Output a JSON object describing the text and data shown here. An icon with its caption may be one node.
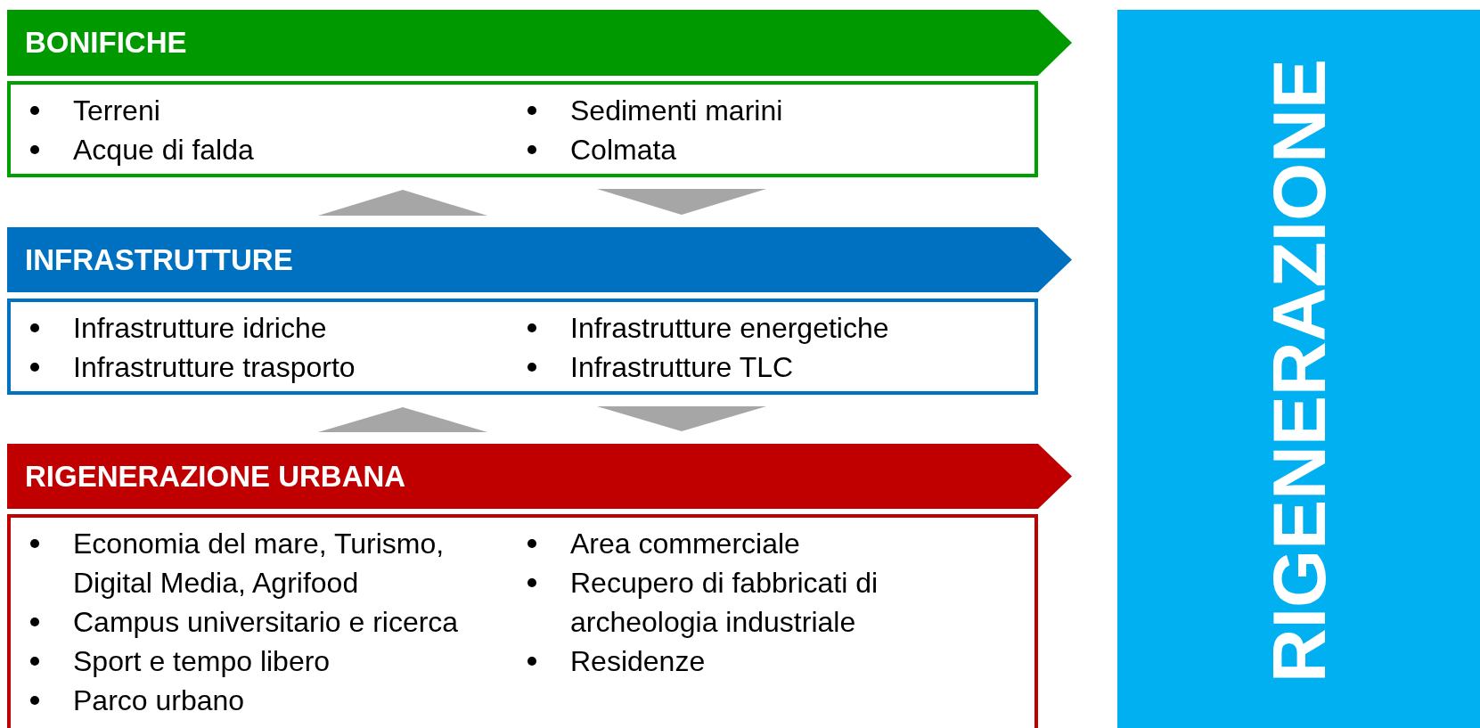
{
  "diagram": {
    "nodes": [
      {
        "text": [
          "BONIFICHE"
        ]
      },
      {
        "text": [
          "Terreni",
          "Acque di falda",
          "Sedimenti marini",
          "Colmata"
        ]
      },
      {
        "text": [
          "INFRASTRUTTURE"
        ]
      },
      {
        "text": [
          "Infrastrutture idriche",
          "Infrastrutture trasporto",
          "Infrastrutture energetiche",
          "Infrastrutture TLC"
        ]
      },
      {
        "text": [
          "RIGENERAZIONE URBANA"
        ]
      },
      {
        "text": [
          "Economia del mare, Turismo, Digital Media, Agrifood",
          "Campus universitario e ricerca",
          "Sport e tempo libero",
          "Parco urbano",
          "Area commerciale",
          "Recupero di fabbricati di archeologia industriale",
          "Residenze"
        ]
      },
      {
        "text": [
          "RIGENERAZIONE"
        ]
      }
    ],
    "edges": [
      {
        "from": 2,
        "to": 1,
        "arrow": "to"
      },
      {
        "from": 1,
        "to": 2,
        "arrow": "to"
      },
      {
        "from": 4,
        "to": 3,
        "arrow": "to"
      },
      {
        "from": 3,
        "to": 4,
        "arrow": "to"
      }
    ]
  }
}
